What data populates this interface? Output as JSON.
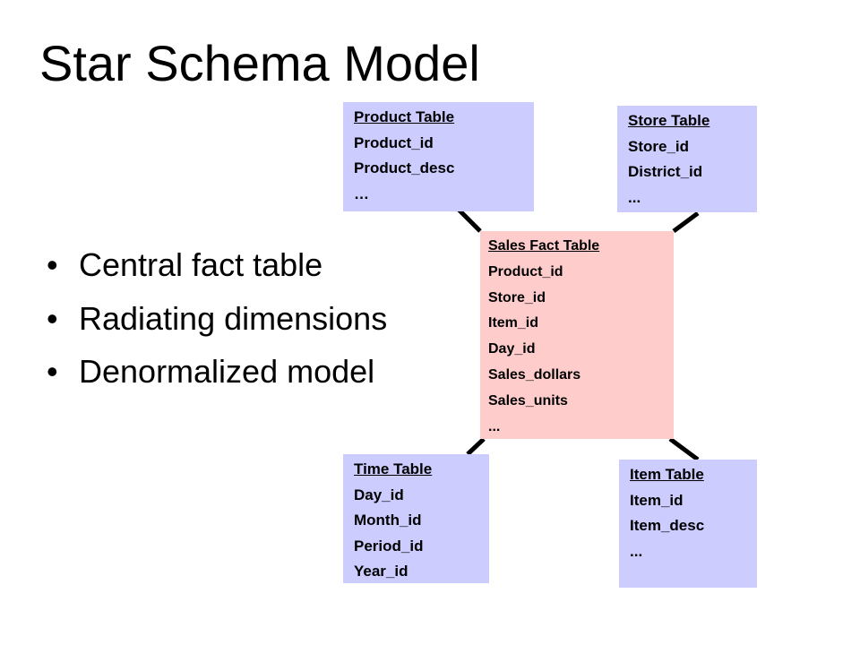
{
  "slide": {
    "title": "Star Schema Model",
    "bullets": [
      "Central fact table",
      "Radiating dimensions",
      "Denormalized model"
    ]
  },
  "tables": {
    "product": {
      "header": "Product Table",
      "fields": [
        "Product_id",
        "Product_desc",
        "…"
      ]
    },
    "store": {
      "header": "Store Table",
      "fields": [
        "Store_id",
        "District_id",
        "..."
      ]
    },
    "sales": {
      "header": "Sales Fact Table",
      "fields": [
        "Product_id",
        "Store_id",
        "Item_id",
        "Day_id",
        "Sales_dollars",
        "Sales_units",
        "..."
      ]
    },
    "time": {
      "header": "Time Table",
      "fields": [
        "Day_id",
        "Month_id",
        "Period_id",
        "Year_id"
      ]
    },
    "item": {
      "header": "Item Table",
      "fields": [
        "Item_id",
        "Item_desc",
        "..."
      ]
    }
  },
  "colors": {
    "dimension_fill": "#ccccff",
    "fact_fill": "#ffcccc",
    "connector": "#000000"
  }
}
